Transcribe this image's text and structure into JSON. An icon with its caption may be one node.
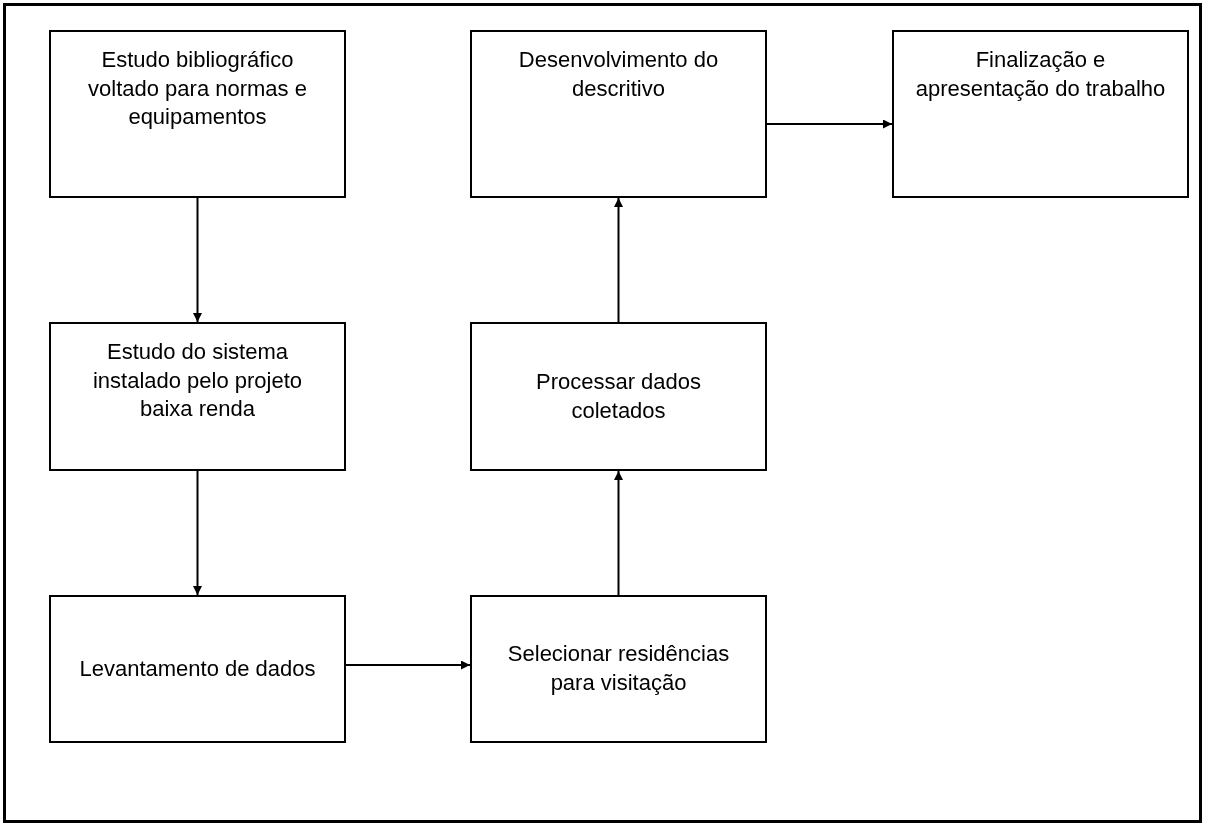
{
  "diagram": {
    "nodes": [
      {
        "text": [
          "Estudo bibliográfico voltado para normas e equipamentos"
        ]
      },
      {
        "text": [
          "Estudo do sistema instalado pelo projeto baixa renda"
        ]
      },
      {
        "text": [
          "Levantamento de dados"
        ]
      },
      {
        "text": [
          "Selecionar residências para visitação"
        ]
      },
      {
        "text": [
          "Processar dados coletados"
        ]
      },
      {
        "text": [
          "Desenvolvimento do descritivo"
        ]
      },
      {
        "text": [
          "Finalização e apresentação do trabalho"
        ]
      }
    ],
    "edges": [
      {
        "from": 0,
        "to": 1,
        "arrow": "to"
      },
      {
        "from": 1,
        "to": 2,
        "arrow": "to"
      },
      {
        "from": 2,
        "to": 3,
        "arrow": "to"
      },
      {
        "from": 3,
        "to": 4,
        "arrow": "to"
      },
      {
        "from": 4,
        "to": 5,
        "arrow": "to"
      },
      {
        "from": 5,
        "to": 6,
        "arrow": "to"
      }
    ]
  }
}
